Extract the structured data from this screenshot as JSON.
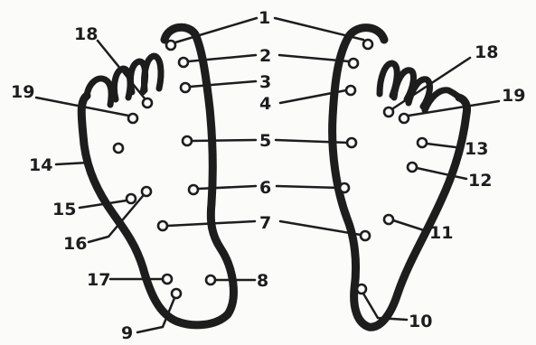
{
  "labels": {
    "l1": "1",
    "l2": "2",
    "l3": "3",
    "l4": "4",
    "l5": "5",
    "l6": "6",
    "l7": "7",
    "l8": "8",
    "l9": "9",
    "l10": "10",
    "l11": "11",
    "l12": "12",
    "l13": "13",
    "l14": "14",
    "l15": "15",
    "l16": "16",
    "l17": "17",
    "l18_left": "18",
    "l18_right": "18",
    "l19_left": "19",
    "l19_right": "19"
  },
  "colors": {
    "ink": "#1d1d1d",
    "paper": "#fbfbfa"
  }
}
